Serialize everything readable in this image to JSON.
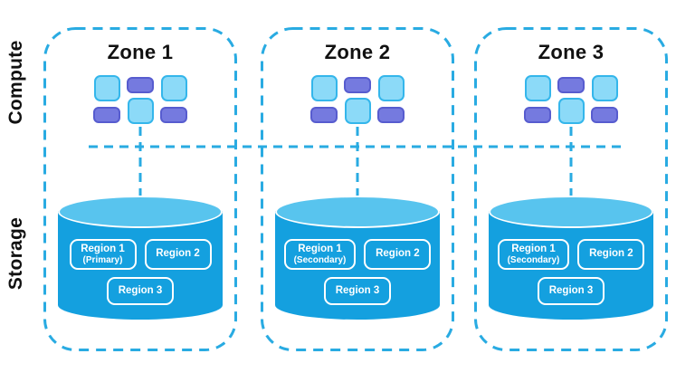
{
  "row_labels": {
    "compute": "Compute",
    "storage": "Storage"
  },
  "zones": [
    {
      "title": "Zone 1",
      "regions": {
        "r1_line1": "Region 1",
        "r1_line2": "(Primary)",
        "r2": "Region 2",
        "r3": "Region 3"
      }
    },
    {
      "title": "Zone 2",
      "regions": {
        "r1_line1": "Region 1",
        "r1_line2": "(Secondary)",
        "r2": "Region 2",
        "r3": "Region 3"
      }
    },
    {
      "title": "Zone 3",
      "regions": {
        "r1_line1": "Region 1",
        "r1_line2": "(Secondary)",
        "r2": "Region 2",
        "r3": "Region 3"
      }
    }
  ],
  "icons": {
    "compute_node": "vm-node-icon",
    "storage": "database-cylinder-icon"
  },
  "colors": {
    "dash_blue": "#29ABE2",
    "cyl_body": "#14A0DF",
    "cyl_top": "#58C4EE",
    "node_light_fill": "#8CDAF8",
    "node_light_border": "#34B6EB",
    "node_purple_fill": "#757ADF",
    "node_purple_border": "#575CCF",
    "ink": "#111111",
    "region_text": "#FFFFFF"
  }
}
